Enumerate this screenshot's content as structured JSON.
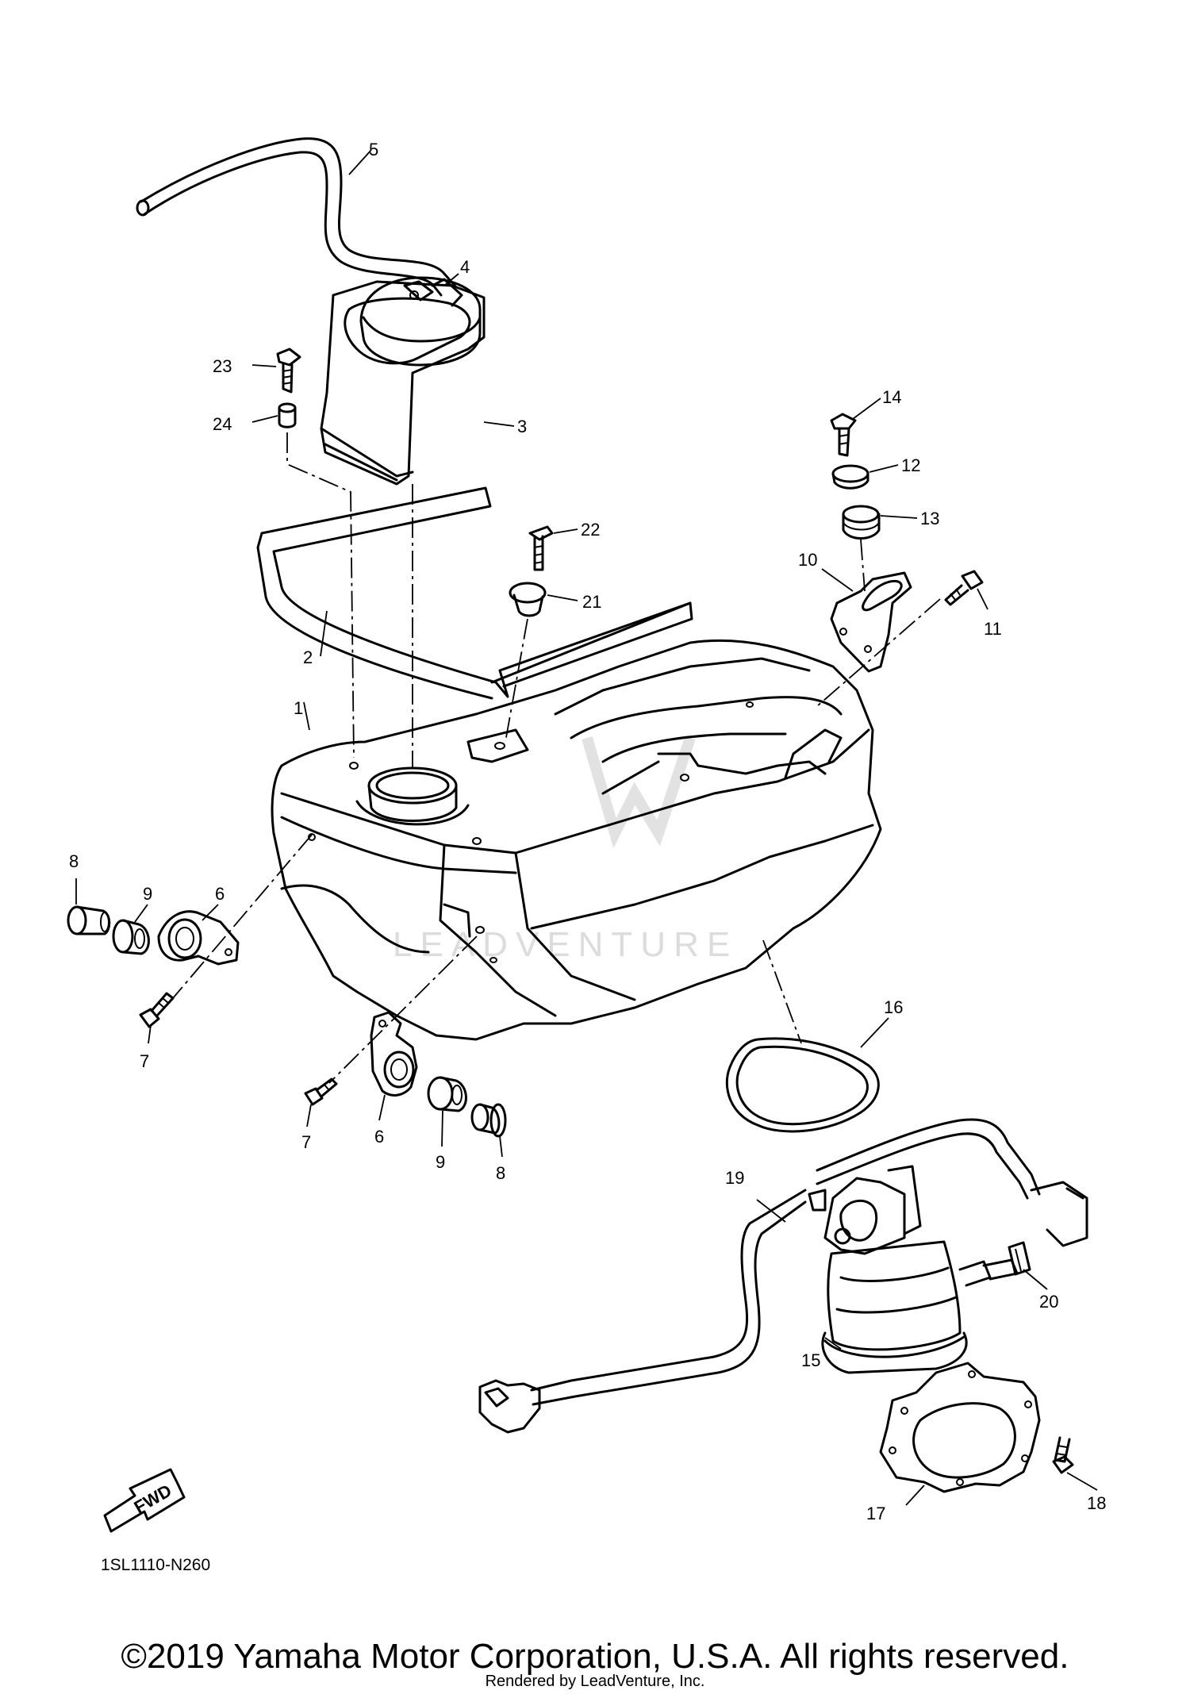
{
  "diagram_code": "1SL1110-N260",
  "fwd_label": "FWD",
  "watermark_text": "LEADVENTURE",
  "copyright": "©2019 Yamaha Motor Corporation, U.S.A. All rights reserved.",
  "rendered_by": "Rendered by LeadVenture, Inc.",
  "callouts": {
    "c1": "1",
    "c2": "2",
    "c3": "3",
    "c4": "4",
    "c5": "5",
    "c6a": "6",
    "c6b": "6",
    "c7a": "7",
    "c7b": "7",
    "c8a": "8",
    "c8b": "8",
    "c9a": "9",
    "c9b": "9",
    "c10": "10",
    "c11": "11",
    "c12": "12",
    "c13": "13",
    "c14": "14",
    "c15": "15",
    "c16": "16",
    "c17": "17",
    "c18": "18",
    "c19": "19",
    "c20": "20",
    "c21": "21",
    "c22": "22",
    "c23": "23",
    "c24": "24"
  }
}
